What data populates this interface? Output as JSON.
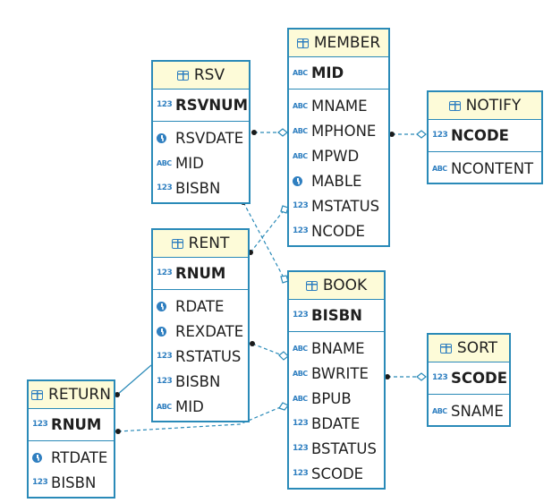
{
  "entities": [
    {
      "name": "MEMBER",
      "pk": [
        {
          "type": "ABC",
          "name": "MID"
        }
      ],
      "columns": [
        {
          "type": "ABC",
          "name": "MNAME"
        },
        {
          "type": "ABC",
          "name": "MPHONE"
        },
        {
          "type": "ABC",
          "name": "MPWD"
        },
        {
          "type": "date",
          "name": "MABLE"
        },
        {
          "type": "123",
          "name": "MSTATUS"
        },
        {
          "type": "123",
          "name": "NCODE"
        }
      ]
    },
    {
      "name": "RSV",
      "pk": [
        {
          "type": "123",
          "name": "RSVNUM"
        }
      ],
      "columns": [
        {
          "type": "date",
          "name": "RSVDATE"
        },
        {
          "type": "ABC",
          "name": "MID"
        },
        {
          "type": "123",
          "name": "BISBN"
        }
      ]
    },
    {
      "name": "NOTIFY",
      "pk": [
        {
          "type": "123",
          "name": "NCODE"
        }
      ],
      "columns": [
        {
          "type": "ABC",
          "name": "NCONTENT"
        }
      ]
    },
    {
      "name": "RENT",
      "pk": [
        {
          "type": "123",
          "name": "RNUM"
        }
      ],
      "columns": [
        {
          "type": "date",
          "name": "RDATE"
        },
        {
          "type": "date",
          "name": "REXDATE"
        },
        {
          "type": "123",
          "name": "RSTATUS"
        },
        {
          "type": "123",
          "name": "BISBN"
        },
        {
          "type": "ABC",
          "name": "MID"
        }
      ]
    },
    {
      "name": "BOOK",
      "pk": [
        {
          "type": "123",
          "name": "BISBN"
        }
      ],
      "columns": [
        {
          "type": "ABC",
          "name": "BNAME"
        },
        {
          "type": "ABC",
          "name": "BWRITE"
        },
        {
          "type": "ABC",
          "name": "BPUB"
        },
        {
          "type": "123",
          "name": "BDATE"
        },
        {
          "type": "123",
          "name": "BSTATUS"
        },
        {
          "type": "123",
          "name": "SCODE"
        }
      ]
    },
    {
      "name": "SORT",
      "pk": [
        {
          "type": "123",
          "name": "SCODE"
        }
      ],
      "columns": [
        {
          "type": "ABC",
          "name": "SNAME"
        }
      ]
    },
    {
      "name": "RETURN",
      "pk": [
        {
          "type": "123",
          "name": "RNUM"
        }
      ],
      "columns": [
        {
          "type": "date",
          "name": "RTDATE"
        },
        {
          "type": "123",
          "name": "BISBN"
        }
      ]
    }
  ],
  "relationships": [
    {
      "from": "RSV",
      "to": "MEMBER",
      "style": "dashed"
    },
    {
      "from": "MEMBER",
      "to": "NOTIFY",
      "style": "dashed"
    },
    {
      "from": "RSV",
      "to": "BOOK",
      "style": "dashed"
    },
    {
      "from": "RENT",
      "to": "MEMBER",
      "style": "dashed"
    },
    {
      "from": "RENT",
      "to": "BOOK",
      "style": "dashed"
    },
    {
      "from": "BOOK",
      "to": "SORT",
      "style": "dashed"
    },
    {
      "from": "RETURN",
      "to": "BOOK",
      "style": "dashed"
    },
    {
      "from": "RETURN",
      "to": "RENT",
      "style": "solid"
    }
  ],
  "colors": {
    "border": "#2a8ab8",
    "header": "#fdfbd8",
    "icon": "#2f7fc0"
  }
}
